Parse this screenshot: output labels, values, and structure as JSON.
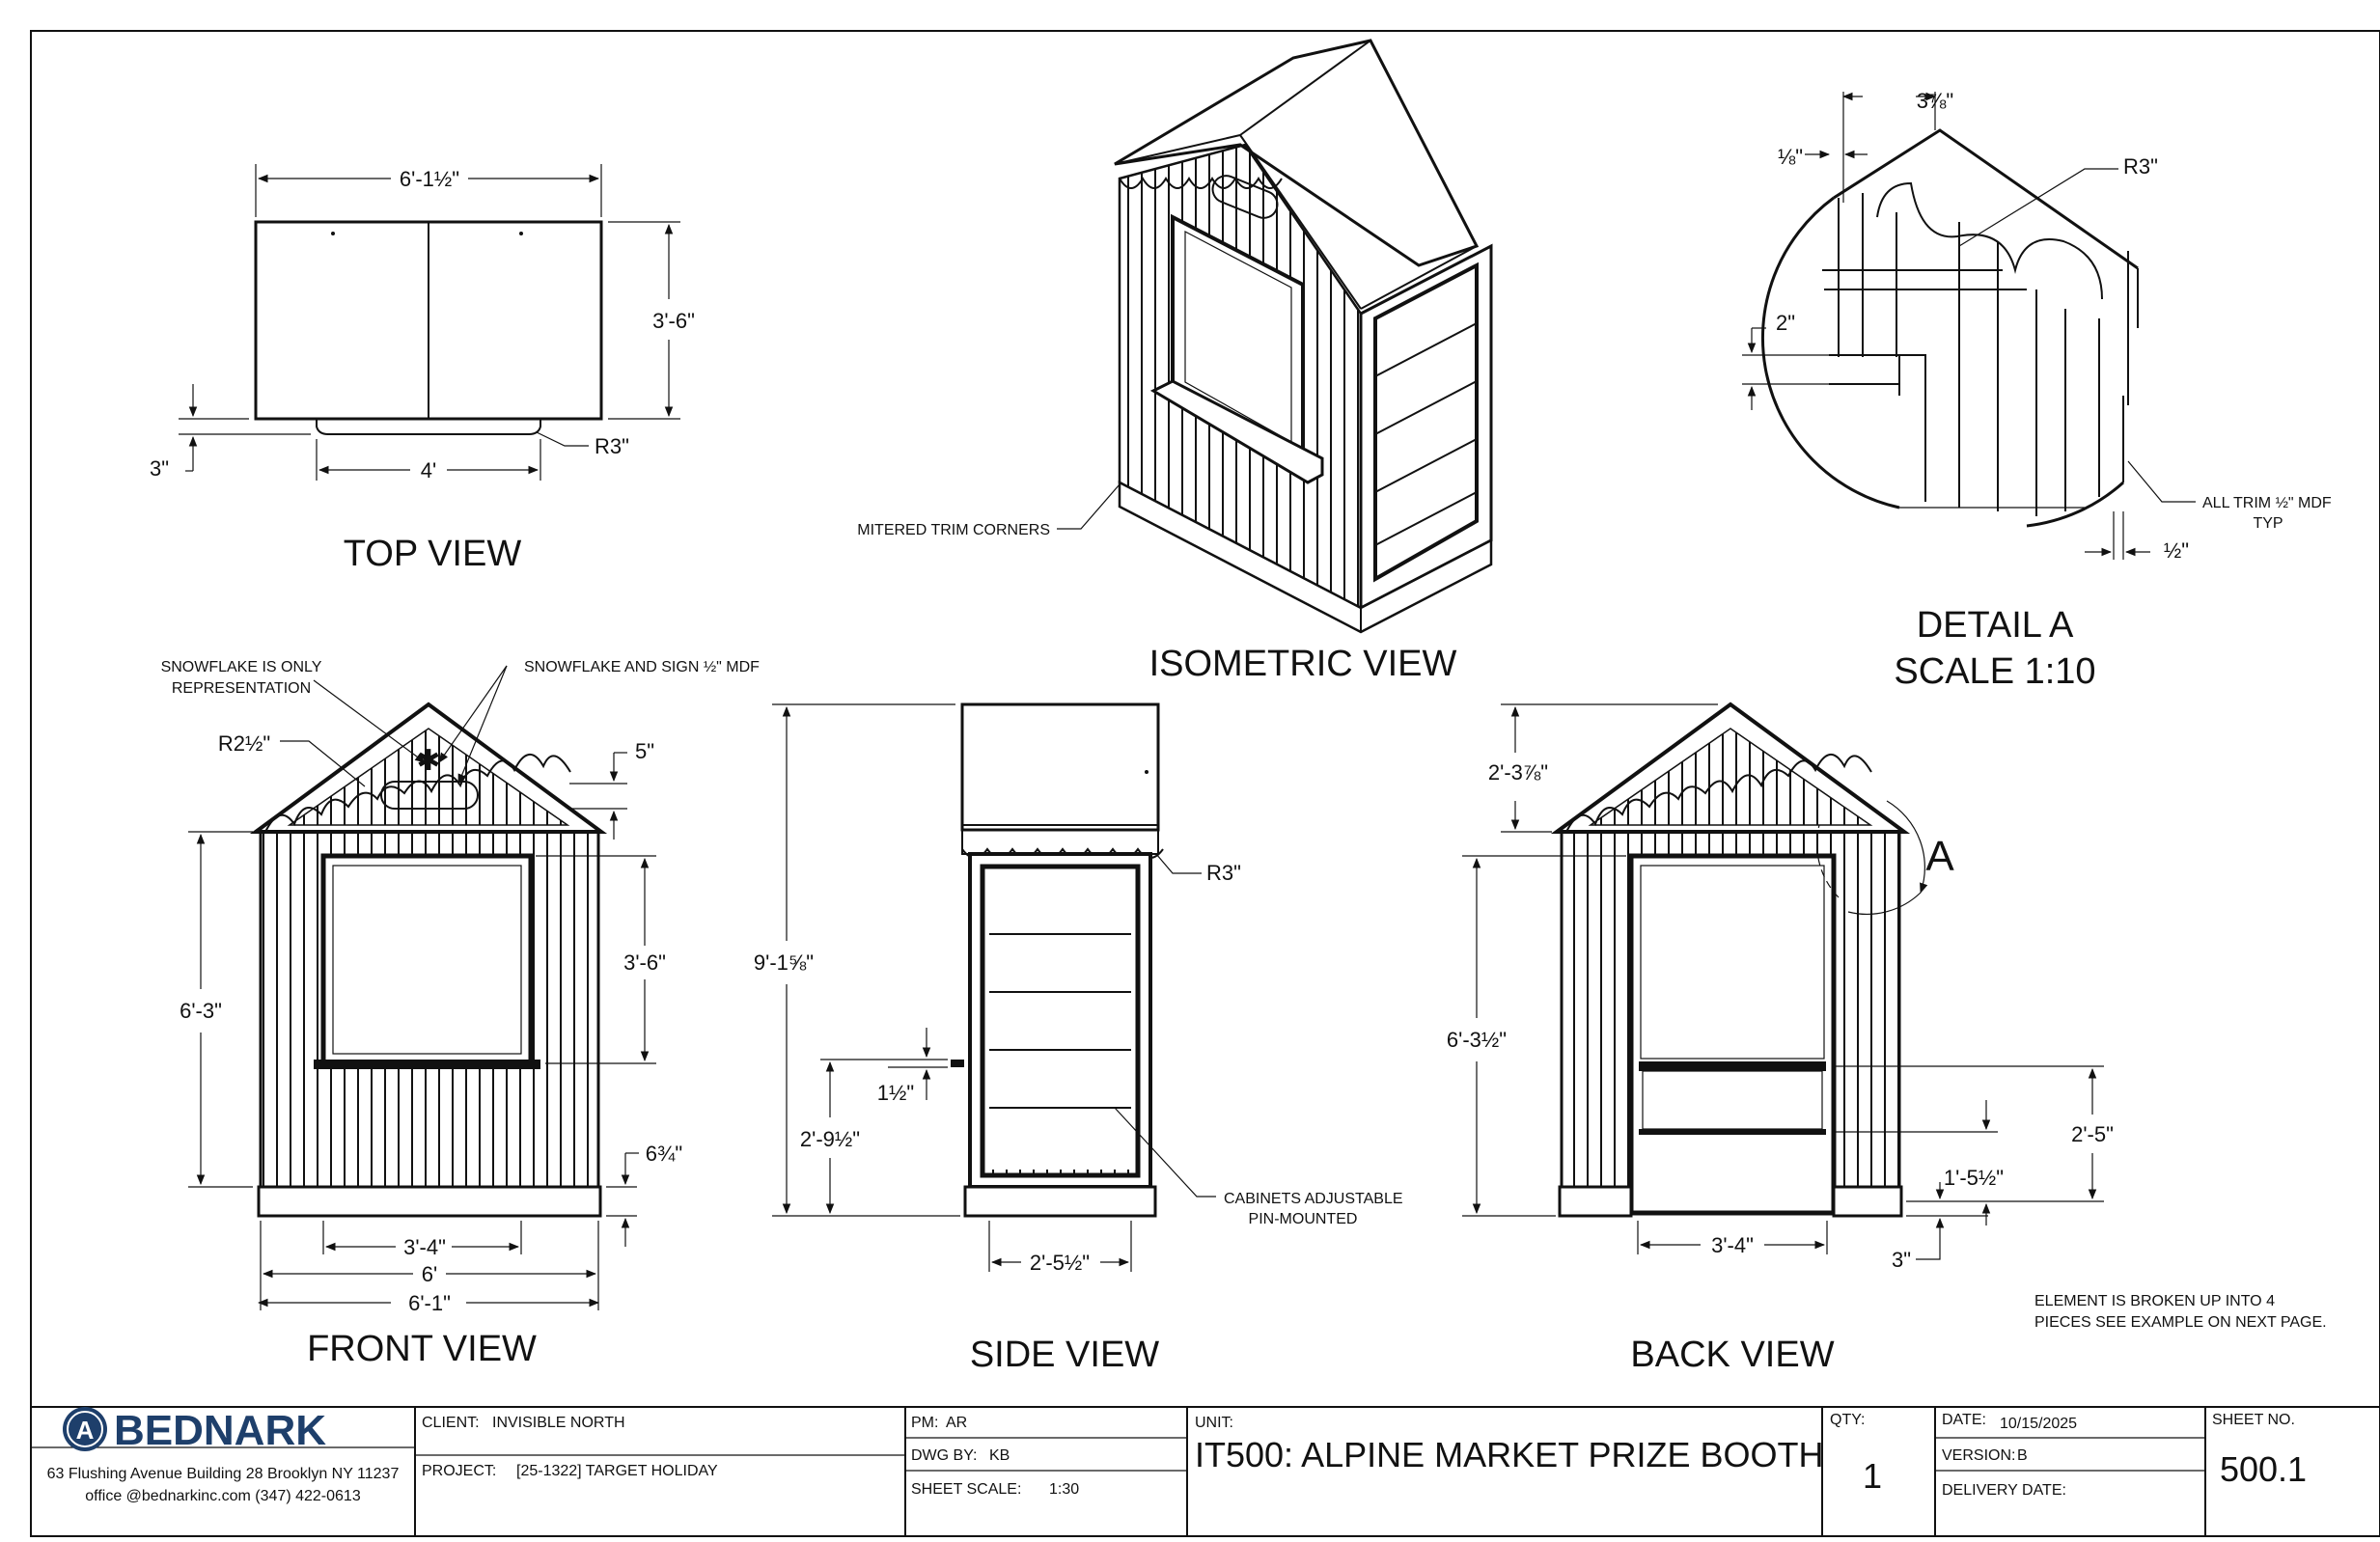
{
  "views": {
    "top": "TOP VIEW",
    "isometric": "ISOMETRIC VIEW",
    "detail_a": "DETAIL A",
    "detail_scale": "SCALE 1:10",
    "front": "FRONT VIEW",
    "side": "SIDE VIEW",
    "back": "BACK VIEW"
  },
  "top_view": {
    "width": "6'-1½\"",
    "depth": "3'-6\"",
    "base_width": "4'",
    "base_depth": "3\"",
    "radius": "R3\""
  },
  "isometric_view": {
    "note": "MITERED TRIM CORNERS"
  },
  "detail": {
    "top_dim": "3⅞\"",
    "left_dim": "⅛\"",
    "radius": "R3\"",
    "mid_dim": "2\"",
    "trim_note_1": "ALL TRIM ½\" MDF",
    "trim_note_2": "TYP",
    "bottom_dim": "½\""
  },
  "front_view": {
    "note_snowflake_1": "SNOWFLAKE IS ONLY",
    "note_snowflake_2": "REPRESENTATION",
    "note_sign": "SNOWFLAKE AND SIGN ½\" MDF",
    "radius": "R2½\"",
    "top_dim": "5\"",
    "height": "6'-3\"",
    "window_height": "3'-6\"",
    "base_dim": "6¾\"",
    "window_width": "3'-4\"",
    "inner_width": "6'",
    "overall_width": "6'-1\""
  },
  "side_view": {
    "overall_height": "9'-1⅝\"",
    "radius": "R3\"",
    "counter_dim": "1½\"",
    "counter_height": "2'-9½\"",
    "cabinet_note_1": "CABINETS ADJUSTABLE",
    "cabinet_note_2": "PIN-MOUNTED",
    "base_width": "2'-5½\""
  },
  "back_view": {
    "roof_dim": "2'-3⅞\"",
    "detail_callout": "A",
    "height": "6'-3½\"",
    "shelf_height": "2'-5\"",
    "shelf_dim": "1'-5½\"",
    "opening_width": "3'-4\"",
    "base_dim": "3\"",
    "note_1": "ELEMENT IS BROKEN UP INTO 4",
    "note_2": "PIECES SEE EXAMPLE ON NEXT PAGE."
  },
  "title_block": {
    "logo": "BEDNARK",
    "address": "63 Flushing Avenue Building 28 Brooklyn NY 11237",
    "contact": "office @bednarkinc.com   (347) 422-0613",
    "client_label": "CLIENT:",
    "client": "INVISIBLE NORTH",
    "project_label": "PROJECT:",
    "project": "[25-1322] TARGET HOLIDAY",
    "pm_label": "PM:",
    "pm": "AR",
    "dwg_label": "DWG BY:",
    "dwg": "KB",
    "scale_label": "SHEET SCALE:",
    "scale": "1:30",
    "unit_label": "UNIT:",
    "unit": "IT500: ALPINE MARKET PRIZE BOOTH",
    "qty_label": "QTY:",
    "qty": "1",
    "date_label": "DATE:",
    "date": "10/15/2025",
    "version_label": "VERSION:",
    "version": "B",
    "delivery_label": "DELIVERY DATE:",
    "delivery": "",
    "sheet_label": "SHEET NO.",
    "sheet": "500.1"
  }
}
